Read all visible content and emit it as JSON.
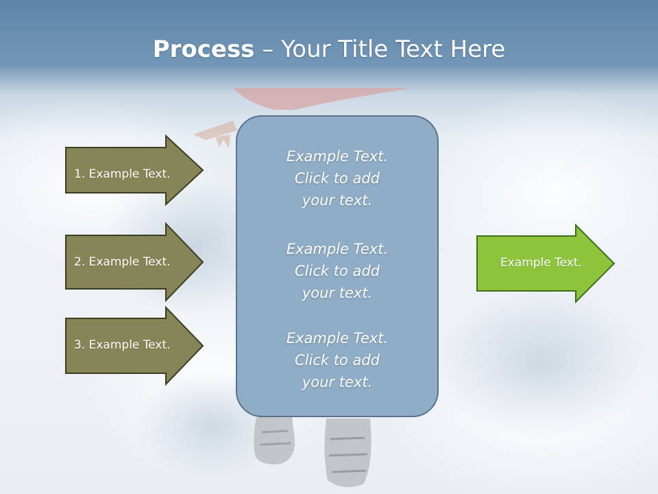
{
  "slide": {
    "title_bold": "Process",
    "title_rest": " – Your Title Text Here"
  },
  "inputs": [
    {
      "label": "1. Example Text."
    },
    {
      "label": "2. Example Text."
    },
    {
      "label": "3. Example Text."
    }
  ],
  "center_box": {
    "blocks": [
      {
        "line1": "Example Text.",
        "line2": "Click  to add",
        "line3": "your text."
      },
      {
        "line1": "Example Text.",
        "line2": "Click  to add",
        "line3": "your text."
      },
      {
        "line1": "Example Text.",
        "line2": "Click  to add",
        "line3": "your text."
      }
    ]
  },
  "output": {
    "label": "Example Text."
  },
  "colors": {
    "input_arrow_fill": "#868557",
    "input_arrow_stroke": "#3c3c22",
    "output_arrow_fill": "#8dc43c",
    "output_arrow_stroke": "#3d6e1e",
    "center_box_fill": "#8fadc6",
    "center_box_stroke": "#58728b"
  }
}
